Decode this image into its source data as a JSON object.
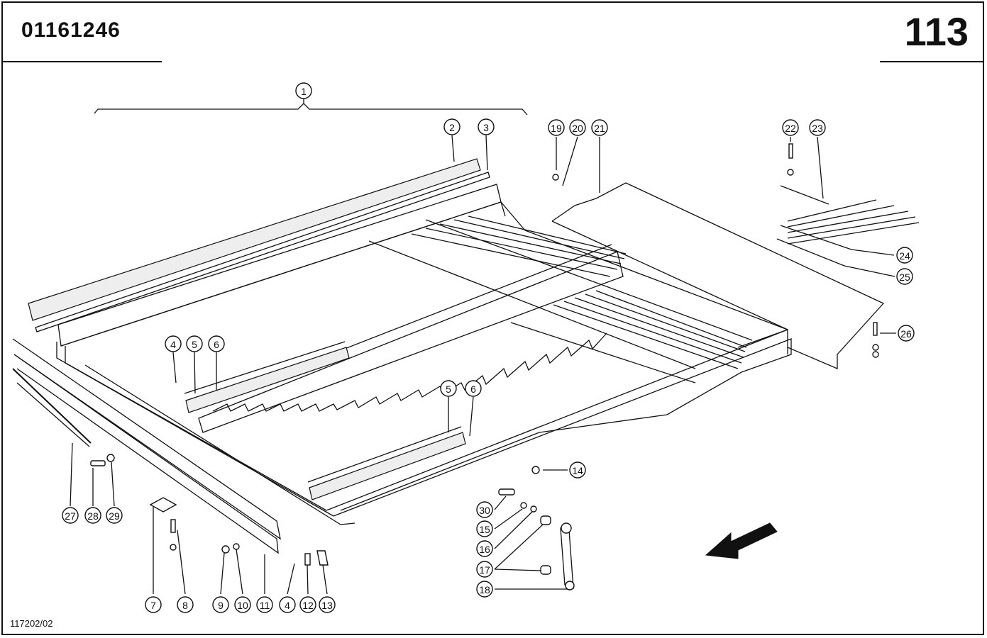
{
  "header": {
    "part_number": "01161246",
    "page_number": "113"
  },
  "footer": {
    "drawing_ref": "117202/02"
  },
  "callouts": [
    {
      "label": "1"
    },
    {
      "label": "2"
    },
    {
      "label": "3"
    },
    {
      "label": "19"
    },
    {
      "label": "20"
    },
    {
      "label": "21"
    },
    {
      "label": "22"
    },
    {
      "label": "23"
    },
    {
      "label": "24"
    },
    {
      "label": "25"
    },
    {
      "label": "26"
    },
    {
      "label": "4"
    },
    {
      "label": "5"
    },
    {
      "label": "6"
    },
    {
      "label": "5"
    },
    {
      "label": "6"
    },
    {
      "label": "14"
    },
    {
      "label": "30"
    },
    {
      "label": "15"
    },
    {
      "label": "16"
    },
    {
      "label": "17"
    },
    {
      "label": "18"
    },
    {
      "label": "27"
    },
    {
      "label": "28"
    },
    {
      "label": "29"
    },
    {
      "label": "7"
    },
    {
      "label": "8"
    },
    {
      "label": "9"
    },
    {
      "label": "10"
    },
    {
      "label": "11"
    },
    {
      "label": "4"
    },
    {
      "label": "12"
    },
    {
      "label": "13"
    }
  ]
}
